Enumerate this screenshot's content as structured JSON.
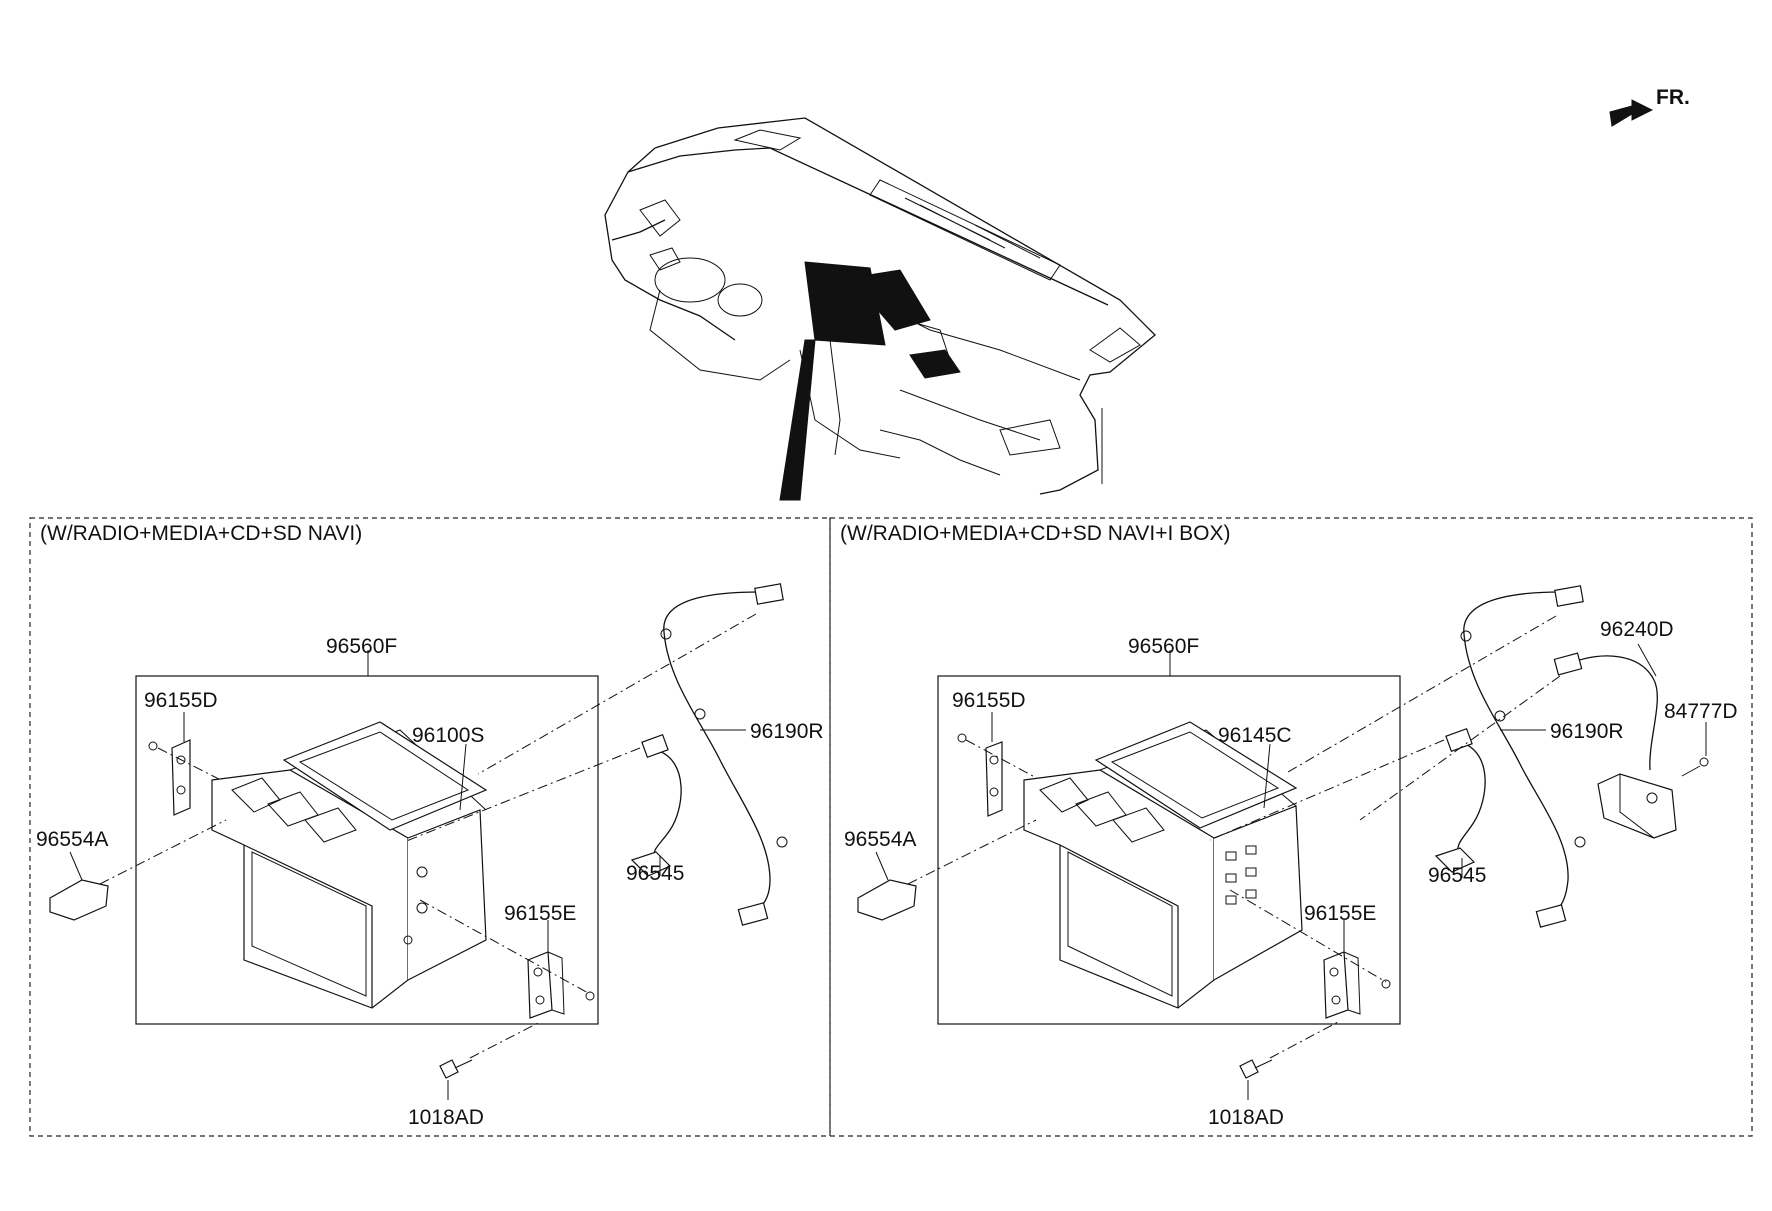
{
  "orientation": {
    "label": "FR."
  },
  "panels": [
    {
      "title": "(W/RADIO+MEDIA+CD+SD NAVI)",
      "parts": {
        "head_unit": "96560F",
        "bracket_left": "96155D",
        "main_board": "96100S",
        "cable_antenna": "96190R",
        "sd_card": "96554A",
        "usb_cable": "96545",
        "bracket_right": "96155E",
        "screw": "1018AD"
      }
    },
    {
      "title": "(W/RADIO+MEDIA+CD+SD NAVI+I BOX)",
      "parts": {
        "head_unit": "96560F",
        "bracket_left": "96155D",
        "main_board": "96145C",
        "cable_antenna": "96190R",
        "aux_cable": "96240D",
        "aux_bracket": "84777D",
        "sd_card": "96554A",
        "usb_cable": "96545",
        "bracket_right": "96155E",
        "screw": "1018AD"
      }
    }
  ]
}
